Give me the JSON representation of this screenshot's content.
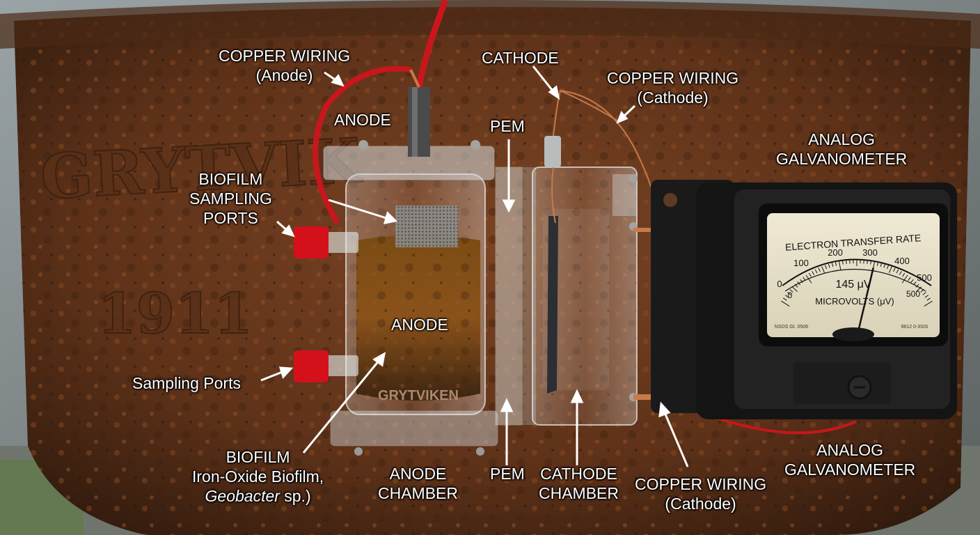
{
  "labels": {
    "copper_wiring_anode": {
      "line1": "COPPER WIRING",
      "line2": "(Anode)"
    },
    "anode_top": "ANODE",
    "cathode_top": "CATHODE",
    "copper_wiring_cathode_top": {
      "line1": "COPPER WIRING",
      "line2": "(Cathode)"
    },
    "pem_top": "PEM",
    "analog_galvanometer_top": {
      "line1": "ANALOG",
      "line2": "GALVANOMETER"
    },
    "biofilm_sampling_ports": {
      "line1": "BIOFILM",
      "line2": "SAMPLING",
      "line3": "PORTS"
    },
    "anode_mid": "ANODE",
    "sampling_ports": "Sampling Ports",
    "biofilm": {
      "line1": "BIOFILM",
      "line2": "Iron-Oxide Biofilm,",
      "line3_italic": "Geobacter",
      "line3_rest": " sp.)"
    },
    "anode_chamber": {
      "line1": "ANODE",
      "line2": "CHAMBER"
    },
    "pem_bottom": "PEM",
    "cathode_chamber": {
      "line1": "CATHODE",
      "line2": "CHAMBER"
    },
    "copper_wiring_cathode_bottom": {
      "line1": "COPPER WIRING",
      "line2": "(Cathode)"
    },
    "analog_galvanometer_bottom": {
      "line1": "ANALOG",
      "line2": "GALVANOMETER"
    }
  },
  "embossed_text": {
    "pot_name": "GRYTVIK",
    "pot_year": "1911",
    "chamber_mark": "GRYTVIKEN"
  },
  "galvanometer": {
    "title": "ELECTRON TRANSFER RATE",
    "scale_ticks": [
      "0",
      "100",
      "200",
      "300",
      "400",
      "500"
    ],
    "lower_scale_left": "0",
    "lower_scale_right": "500",
    "reading": "145 μV",
    "unit_label": "MICROVOLTS (μV)",
    "fine_print_left": "NSDS Gt. 0506",
    "fine_print_right": "9812 0-3SIS",
    "needle_value": 300
  },
  "colors": {
    "rust": "#6b3a1f",
    "label_text": "#ffffff",
    "port_cap": "#d4111b",
    "wire_red": "#c8161c",
    "copper": "#c87a4a",
    "meter_face": "#e8e2cc",
    "meter_body": "#141414"
  }
}
